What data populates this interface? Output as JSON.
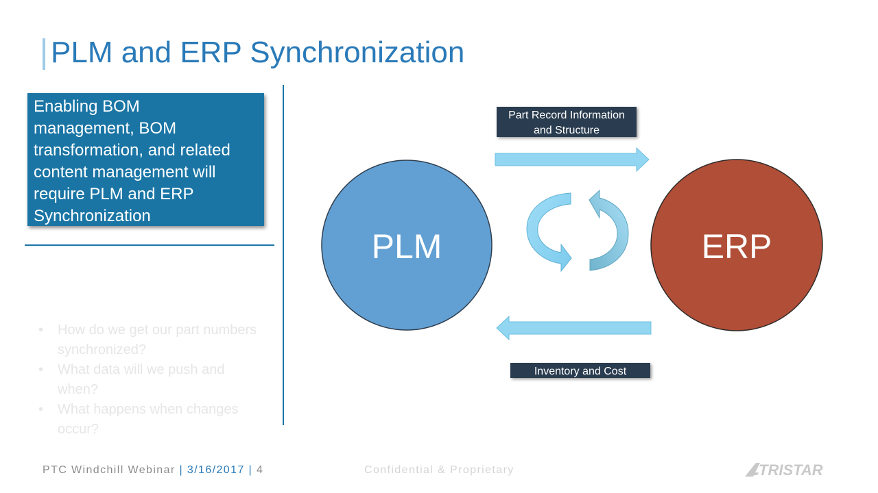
{
  "title": "PLM and ERP Synchronization",
  "callout": {
    "lines": [
      "Enabling BOM",
      "management, BOM",
      "transformation, and related",
      "content management will",
      "require PLM and ERP",
      "Synchronization"
    ]
  },
  "questions": [
    "How do we get our part numbers synchronized?",
    "What data will we push and when?",
    "What happens when changes occur?"
  ],
  "diagram": {
    "plm_label": "PLM",
    "erp_label": "ERP",
    "top_label": {
      "line1": "Part Record Information",
      "line2": "and Structure"
    },
    "bottom_label": "Inventory and Cost",
    "colors": {
      "plm": "#62a0d3",
      "erp": "#b04e37",
      "arrow": "#93d6f2",
      "label_box": "#2a3c4f"
    }
  },
  "footer": {
    "event": "PTC Windchill Webinar",
    "sep": "|",
    "date": "3/16/2017",
    "page": "4",
    "confidential": "Confidential & Proprietary",
    "logo_text": "TRISTAR"
  }
}
